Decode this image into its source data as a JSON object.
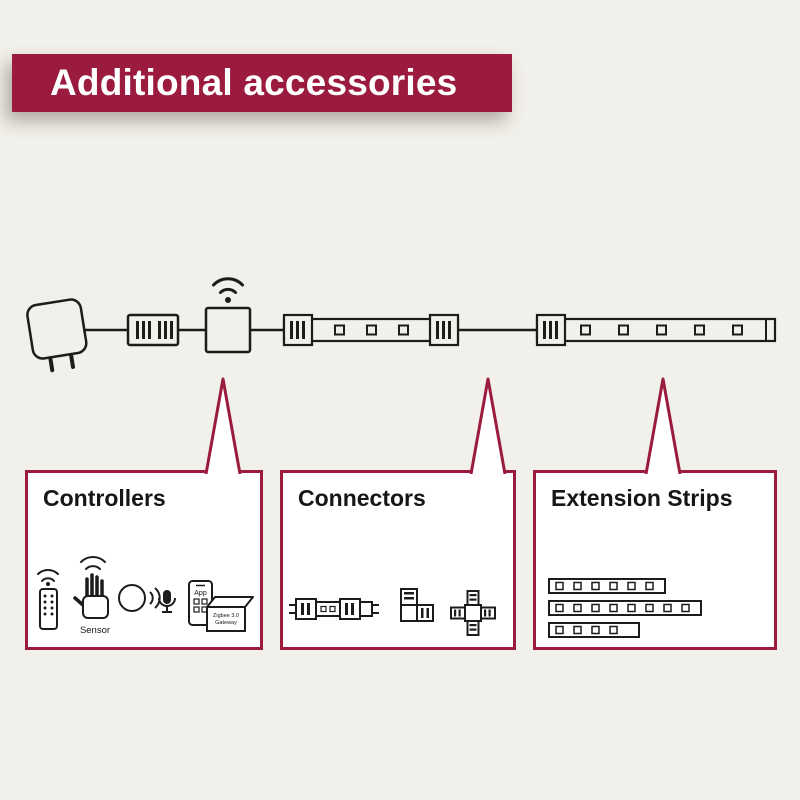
{
  "banner": {
    "title": "Additional accessories"
  },
  "colors": {
    "accent": "#9b1b3f",
    "background": "#f2f0ea",
    "ink": "#1c1c1a"
  },
  "diagram": {
    "name": "led-strip-starter-set",
    "parts": [
      "power-plug",
      "cable-connector",
      "wifi-controller",
      "led-strip",
      "strip-connector",
      "extension-led-strip"
    ]
  },
  "callouts": [
    {
      "title": "Controllers",
      "icons": [
        "remote-control-icon",
        "hand-sensor-icon",
        "voice-control-icon",
        "smartphone-app-icon",
        "zigbee-gateway-icon"
      ],
      "labels": {
        "sensor": "Sensor",
        "app": "App",
        "gateway_line1": "Zigbee 3.0",
        "gateway_line2": "Gateway"
      }
    },
    {
      "title": "Connectors",
      "icons": [
        "straight-connector-icon",
        "corner-connector-icon",
        "cross-connector-icon"
      ]
    },
    {
      "title": "Extension Strips",
      "icons": [
        "extension-strip-medium-icon",
        "extension-strip-long-icon",
        "extension-strip-short-icon"
      ]
    }
  ]
}
